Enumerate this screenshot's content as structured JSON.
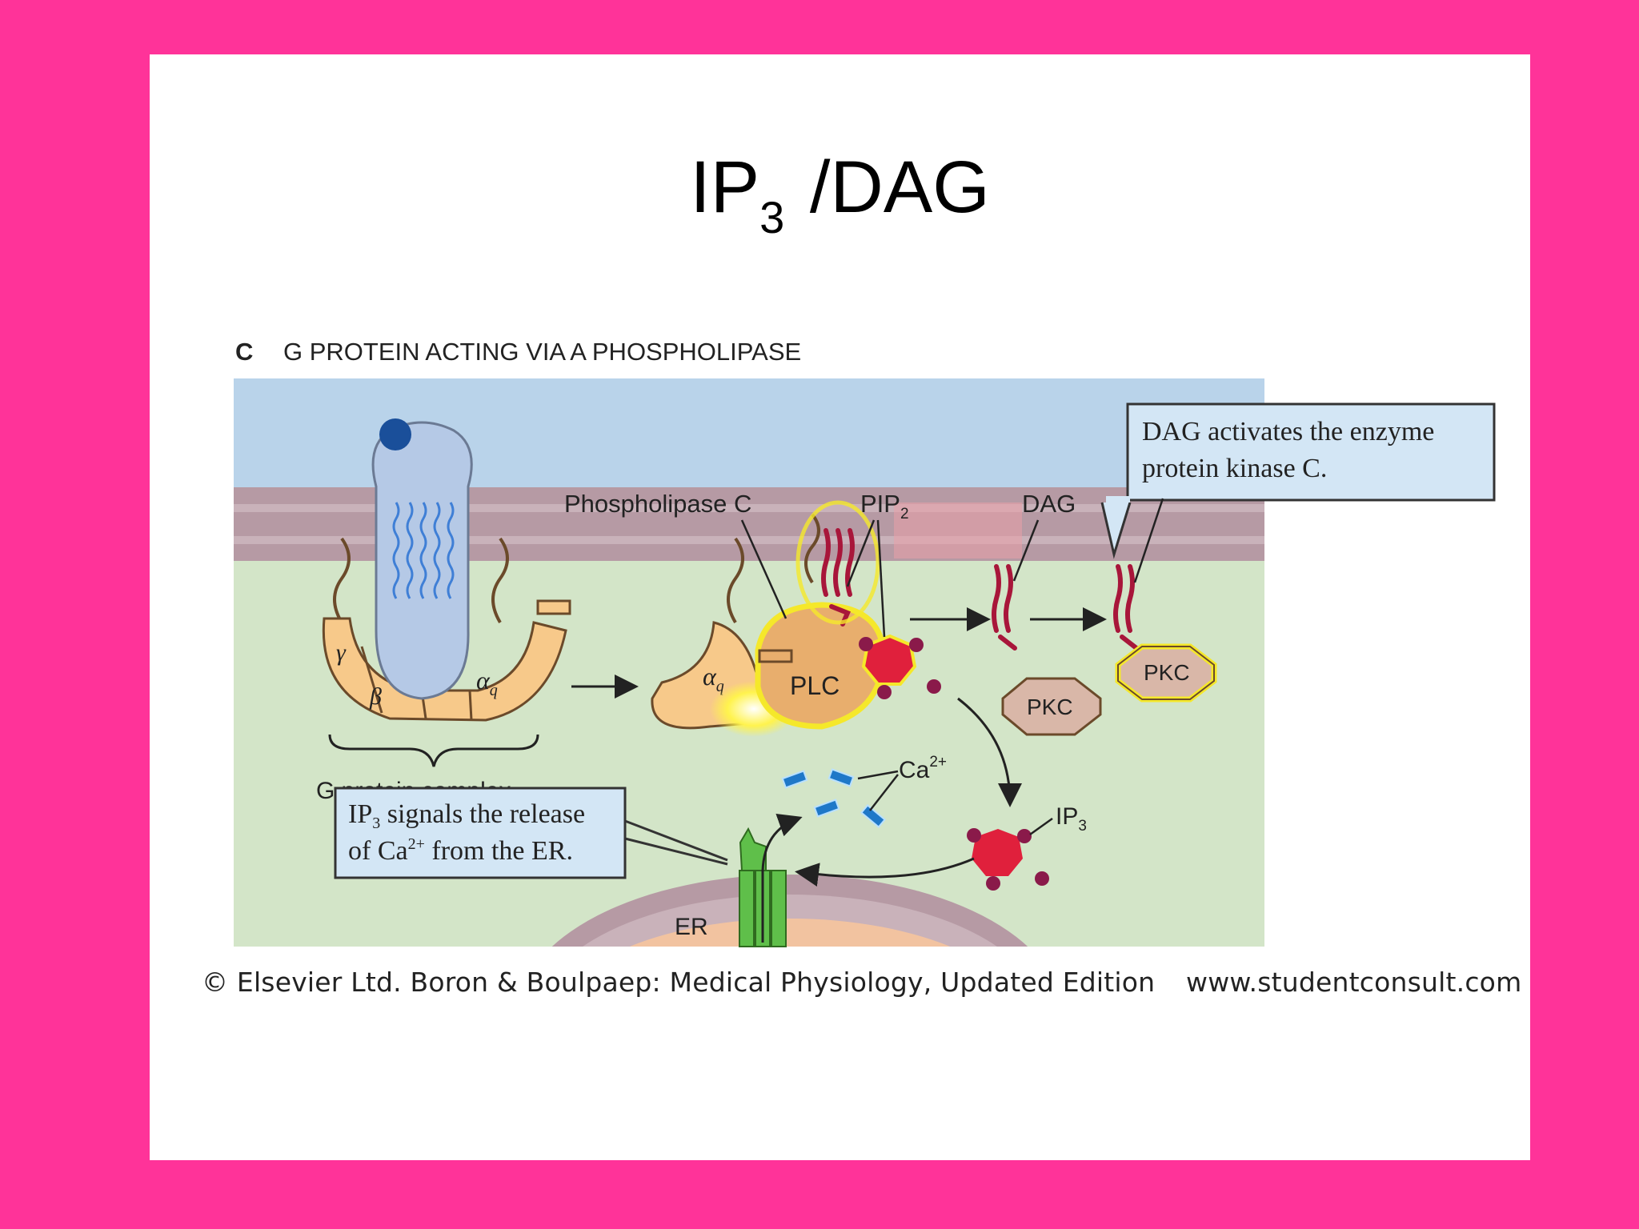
{
  "slide": {
    "title_main": "IP",
    "title_sub": "3",
    "title_rest": " /DAG",
    "colors": {
      "frame": "#ff3399",
      "slide": "#ffffff"
    }
  },
  "figure": {
    "panel_letter": "C",
    "panel_title": "G PROTEIN ACTING VIA A PHOSPHOLIPASE",
    "labels": {
      "phospholipase_c": "Phospholipase C",
      "pip2_main": "PIP",
      "pip2_sub": "2",
      "dag": "DAG",
      "gamma": "γ",
      "beta": "β",
      "alpha_q_1": "α",
      "alpha_q_1_sub": "q",
      "alpha_q_2": "α",
      "alpha_q_2_sub": "q",
      "plc": "PLC",
      "pkc_1": "PKC",
      "pkc_2": "PKC",
      "g_protein_complex": "G protein complex",
      "ca_main": "Ca",
      "ca_sup": "2+",
      "ip3_main": "IP",
      "ip3_sub": "3",
      "er": "ER"
    },
    "callouts": {
      "dag_line1": "DAG activates the enzyme",
      "dag_line2": "protein kinase C.",
      "ip3_line1_a": "IP",
      "ip3_line1_sub": "3",
      "ip3_line1_b": " signals the release",
      "ip3_line2_a": "of Ca",
      "ip3_line2_sup": "2+",
      "ip3_line2_b": " from the ER."
    },
    "colors": {
      "extracellular": "#b9d3ea",
      "membrane": "#b69aa4",
      "cytoplasm": "#d3e5c8",
      "g_protein": "#f7c98a",
      "receptor": "#b5c9e6",
      "plc": "#e8ae6d",
      "ip3": "#e0203c",
      "ca": "#1f78c8",
      "channel": "#5fbf4a",
      "pkc": "#d9b7a8",
      "highlight": "#f5e82a",
      "callout": "#d3e6f5"
    }
  },
  "credit": {
    "source": "© Elsevier Ltd. Boron & Boulpaep: Medical Physiology, Updated Edition",
    "url": "www.studentconsult.com"
  }
}
